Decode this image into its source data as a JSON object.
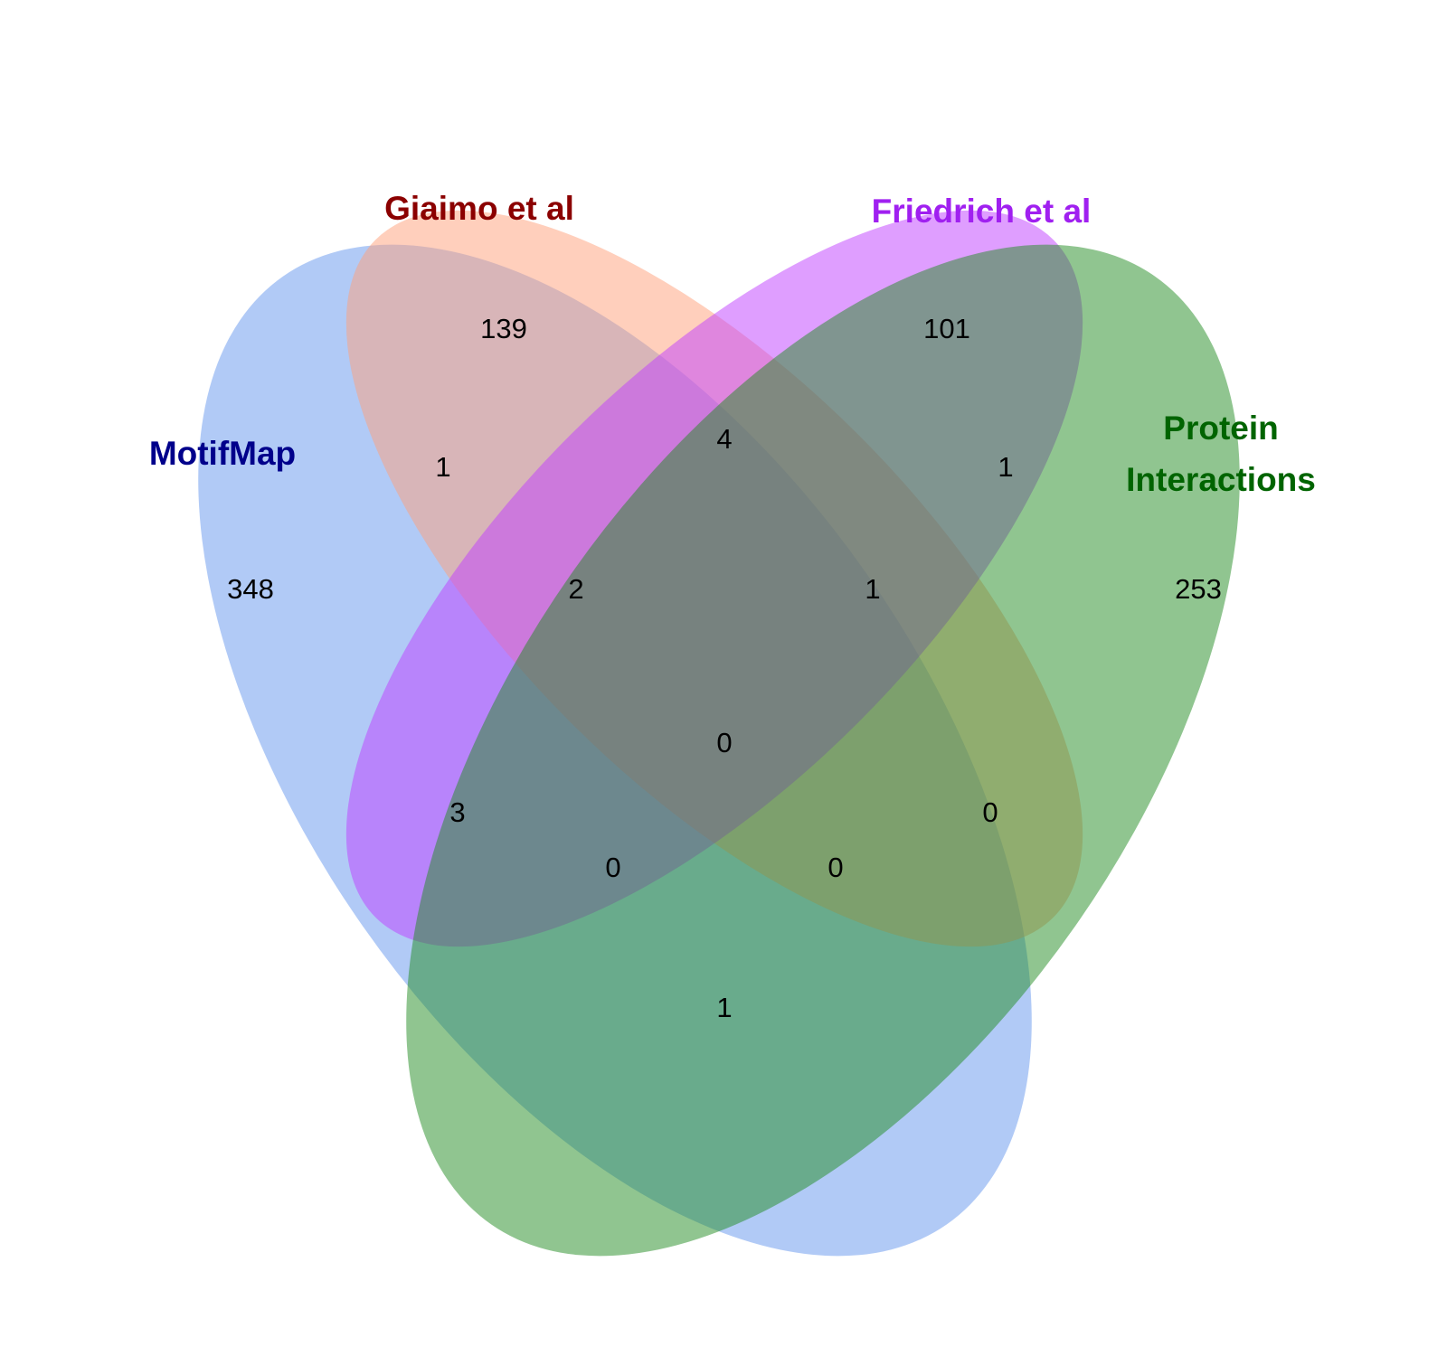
{
  "sets": [
    {
      "id": "motifmap",
      "label_lines": [
        "MotifMap"
      ],
      "fill": "#6495ED",
      "label_color": "#00008B"
    },
    {
      "id": "giaimo",
      "label_lines": [
        "Giaimo et al"
      ],
      "fill": "#FFA07A",
      "label_color": "#8B0000"
    },
    {
      "id": "friedrich",
      "label_lines": [
        "Friedrich et al"
      ],
      "fill": "#BF3EFF",
      "label_color": "#A020F0"
    },
    {
      "id": "protein",
      "label_lines": [
        "Protein",
        "Interactions"
      ],
      "fill": "#228B22",
      "label_color": "#006400"
    }
  ],
  "regions": [
    {
      "id": "motifmap-only",
      "sets": [
        "motifmap"
      ],
      "count": "348"
    },
    {
      "id": "giaimo-only",
      "sets": [
        "giaimo"
      ],
      "count": "139"
    },
    {
      "id": "friedrich-only",
      "sets": [
        "friedrich"
      ],
      "count": "101"
    },
    {
      "id": "protein-only",
      "sets": [
        "protein"
      ],
      "count": "253"
    },
    {
      "id": "motifmap-giaimo",
      "sets": [
        "motifmap",
        "giaimo"
      ],
      "count": "1"
    },
    {
      "id": "giaimo-friedrich",
      "sets": [
        "giaimo",
        "friedrich"
      ],
      "count": "4"
    },
    {
      "id": "friedrich-protein",
      "sets": [
        "friedrich",
        "protein"
      ],
      "count": "1"
    },
    {
      "id": "motifmap-giaimo-friedrich",
      "sets": [
        "motifmap",
        "giaimo",
        "friedrich"
      ],
      "count": "2"
    },
    {
      "id": "giaimo-friedrich-protein",
      "sets": [
        "giaimo",
        "friedrich",
        "protein"
      ],
      "count": "1"
    },
    {
      "id": "all-four",
      "sets": [
        "motifmap",
        "giaimo",
        "friedrich",
        "protein"
      ],
      "count": "0"
    },
    {
      "id": "motifmap-friedrich",
      "sets": [
        "motifmap",
        "friedrich"
      ],
      "count": "3"
    },
    {
      "id": "giaimo-protein",
      "sets": [
        "giaimo",
        "protein"
      ],
      "count": "0"
    },
    {
      "id": "motifmap-friedrich-protein",
      "sets": [
        "motifmap",
        "friedrich",
        "protein"
      ],
      "count": "0"
    },
    {
      "id": "motifmap-giaimo-protein",
      "sets": [
        "motifmap",
        "giaimo",
        "protein"
      ],
      "count": "0"
    },
    {
      "id": "motifmap-protein",
      "sets": [
        "motifmap",
        "protein"
      ],
      "count": "1"
    }
  ]
}
